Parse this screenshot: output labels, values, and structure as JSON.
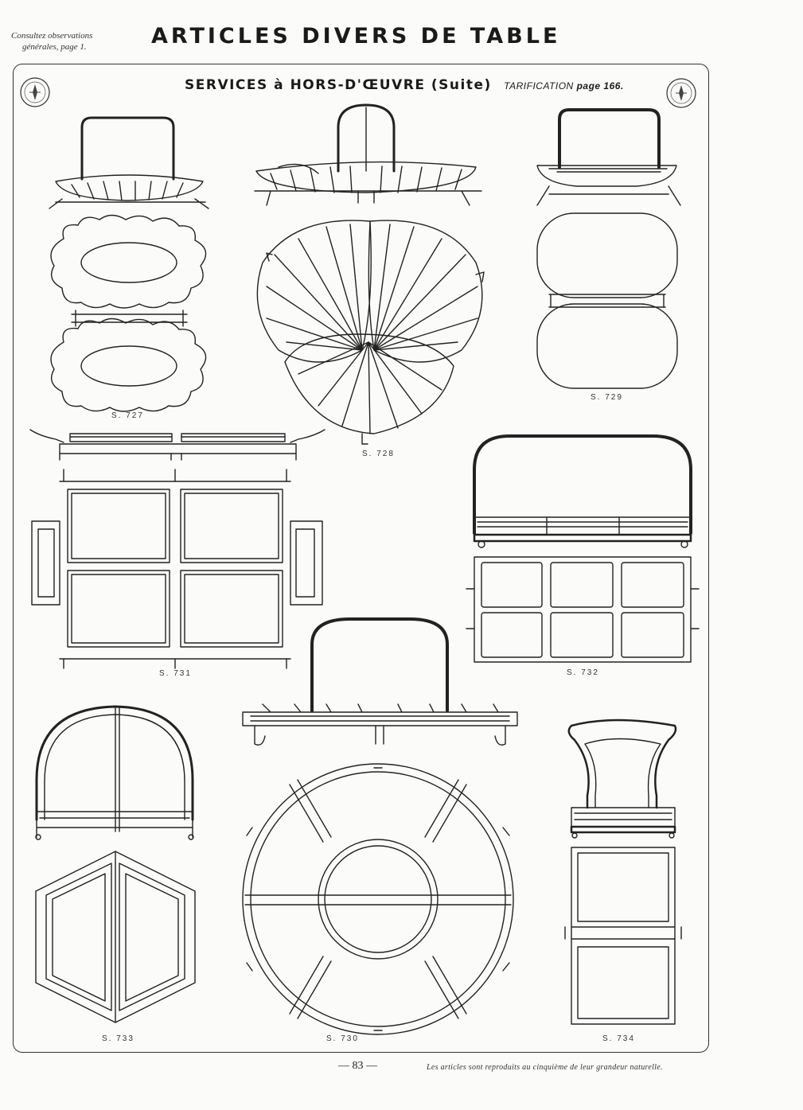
{
  "header": {
    "note_line1": "Consultez observations",
    "note_line2": "générales, page 1.",
    "title": "ARTICLES DIVERS DE TABLE"
  },
  "panel": {
    "subtitle": "SERVICES à HORS-D'ŒUVRE (Suite)",
    "pricing_label": "TARIFICATION",
    "pricing_page": "page 166."
  },
  "items": [
    {
      "label": "S. 727"
    },
    {
      "label": "S. 728"
    },
    {
      "label": "S. 729"
    },
    {
      "label": "S. 731"
    },
    {
      "label": "S. 732"
    },
    {
      "label": "S. 733"
    },
    {
      "label": "S. 730"
    },
    {
      "label": "S. 734"
    }
  ],
  "footer": {
    "page_number": "— 83 —",
    "note": "Les articles sont reproduits au cinquième de leur grandeur naturelle."
  },
  "colors": {
    "ink": "#222222",
    "paper": "#fbfbf9"
  },
  "icons": [
    "hallmark-stamp-icon"
  ]
}
